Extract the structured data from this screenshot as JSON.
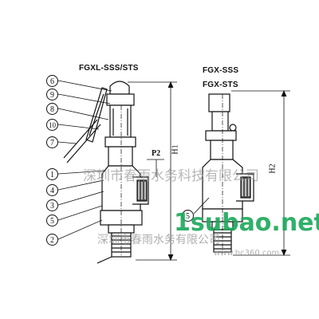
{
  "titles": {
    "left_model": "FGXL-SSS/STS",
    "right_model_1": "FGX-SSS",
    "right_model_2": "FGX-STS"
  },
  "callouts": {
    "left": [
      "6",
      "9",
      "8",
      "10",
      "7",
      "1",
      "4",
      "3",
      "5",
      "2"
    ],
    "right": [
      "5"
    ]
  },
  "dimensions": {
    "left_height": "H1",
    "right_height": "H2",
    "port": "P2"
  },
  "watermarks": {
    "brand": "1subao.net",
    "company_top": "深圳市春雨水务科技有限公司",
    "company_bottom": "深圳市春雨水务有限公司",
    "url": "www.hc360.com"
  },
  "colors": {
    "line": "#111111",
    "brand_green": "#1aa85a",
    "watermark_gray": "#9a9a9a"
  }
}
